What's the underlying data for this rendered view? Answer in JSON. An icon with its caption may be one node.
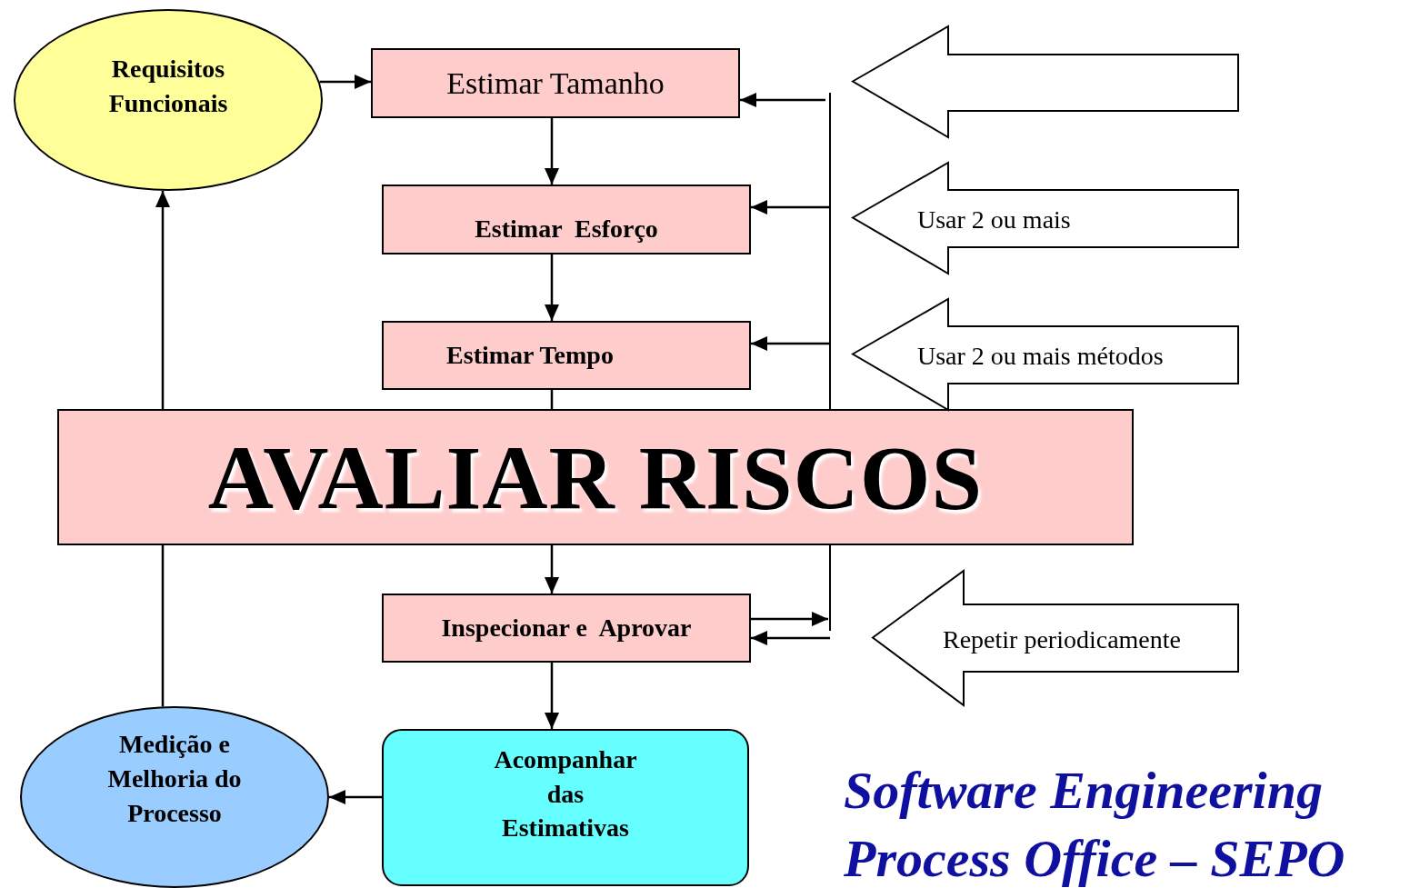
{
  "diagram": {
    "nodes": [
      {
        "text": [
          "Requisitos Funcionais"
        ]
      },
      {
        "text": [
          "Estimar Tamanho"
        ]
      },
      {
        "text": [
          "Estimar  Esforço"
        ]
      },
      {
        "text": [
          "Estimar Tempo"
        ]
      },
      {
        "text": [
          "AVALIAR RISCOS"
        ]
      },
      {
        "text": [
          "Inspecionar e  Aprovar"
        ]
      },
      {
        "text": [
          "Acompanhar das  Estimativas"
        ]
      },
      {
        "text": [
          "Medição e Melhoria do Processo"
        ]
      },
      {
        "text": [],
        "shape": "arrow"
      },
      {
        "text": [
          "Usar 2 ou mais"
        ]
      },
      {
        "text": [
          "Usar 2 ou mais métodos"
        ]
      },
      {
        "text": [
          "Repetir periodicamente"
        ]
      }
    ],
    "edges": [
      {
        "from": 0,
        "to": 1,
        "arrow": "to"
      },
      {
        "from": 1,
        "to": 2,
        "arrow": "to"
      },
      {
        "from": 2,
        "to": 3,
        "arrow": "to"
      },
      {
        "from": 3,
        "to": 4,
        "arrow": "none"
      },
      {
        "from": 4,
        "to": 5,
        "arrow": "to"
      },
      {
        "from": 5,
        "to": 6,
        "arrow": "to"
      },
      {
        "from": 6,
        "to": 7,
        "arrow": "to"
      },
      {
        "from": 7,
        "to": 4,
        "arrow": "none"
      },
      {
        "from": 4,
        "to": 0,
        "arrow": "to"
      },
      {
        "from": null,
        "to": 1,
        "arrow": "to"
      },
      {
        "from": null,
        "to": 2,
        "arrow": "to"
      },
      {
        "from": null,
        "to": 3,
        "arrow": "to"
      },
      {
        "from": 5,
        "to": null,
        "arrow": "to"
      },
      {
        "from": null,
        "to": 5,
        "arrow": "to"
      }
    ],
    "labels": [
      "Software Engineering Process Office – SEPO"
    ]
  }
}
